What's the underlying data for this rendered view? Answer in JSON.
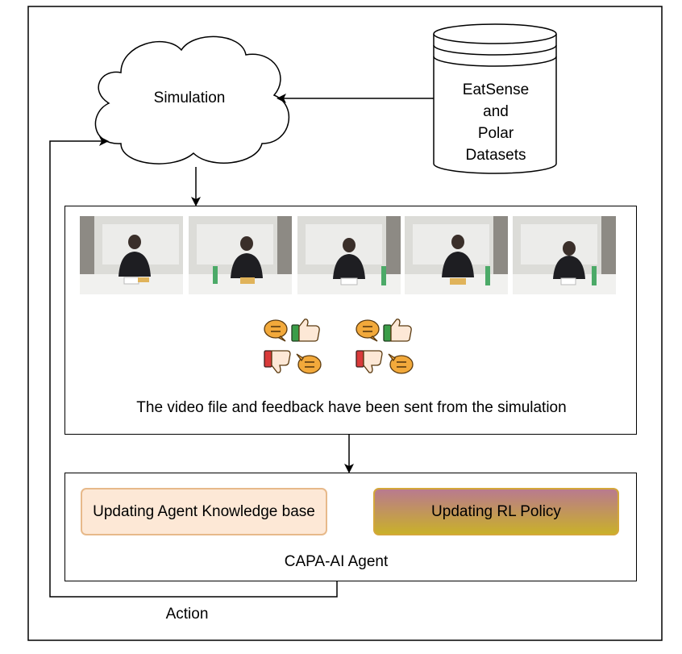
{
  "simulation": {
    "label": "Simulation"
  },
  "datasets": {
    "lines": [
      "EatSense",
      "and",
      "Polar",
      "Datasets"
    ]
  },
  "video_panel": {
    "caption": "The video file and feedback have been sent from the simulation",
    "frames": [
      {
        "id": "frame-1"
      },
      {
        "id": "frame-2"
      },
      {
        "id": "frame-3"
      },
      {
        "id": "frame-4"
      },
      {
        "id": "frame-5"
      }
    ],
    "feedback_icon_groups": 2
  },
  "agent_panel": {
    "label": "CAPA-AI Agent",
    "knowledge_box": {
      "label": "Updating Agent Knowledge base"
    },
    "policy_box": {
      "label": "Updating RL Policy"
    }
  },
  "action": {
    "label": "Action"
  },
  "colors": {
    "knowledge_fill": "#fde8d6",
    "knowledge_border": "#e7b98a",
    "policy_top": "#b97a8e",
    "policy_bottom": "#c9b02a",
    "policy_border": "#d4a73a",
    "thumb_green": "#3a9d48",
    "thumb_red": "#d93a3a",
    "bubble_orange": "#f2a93b"
  }
}
